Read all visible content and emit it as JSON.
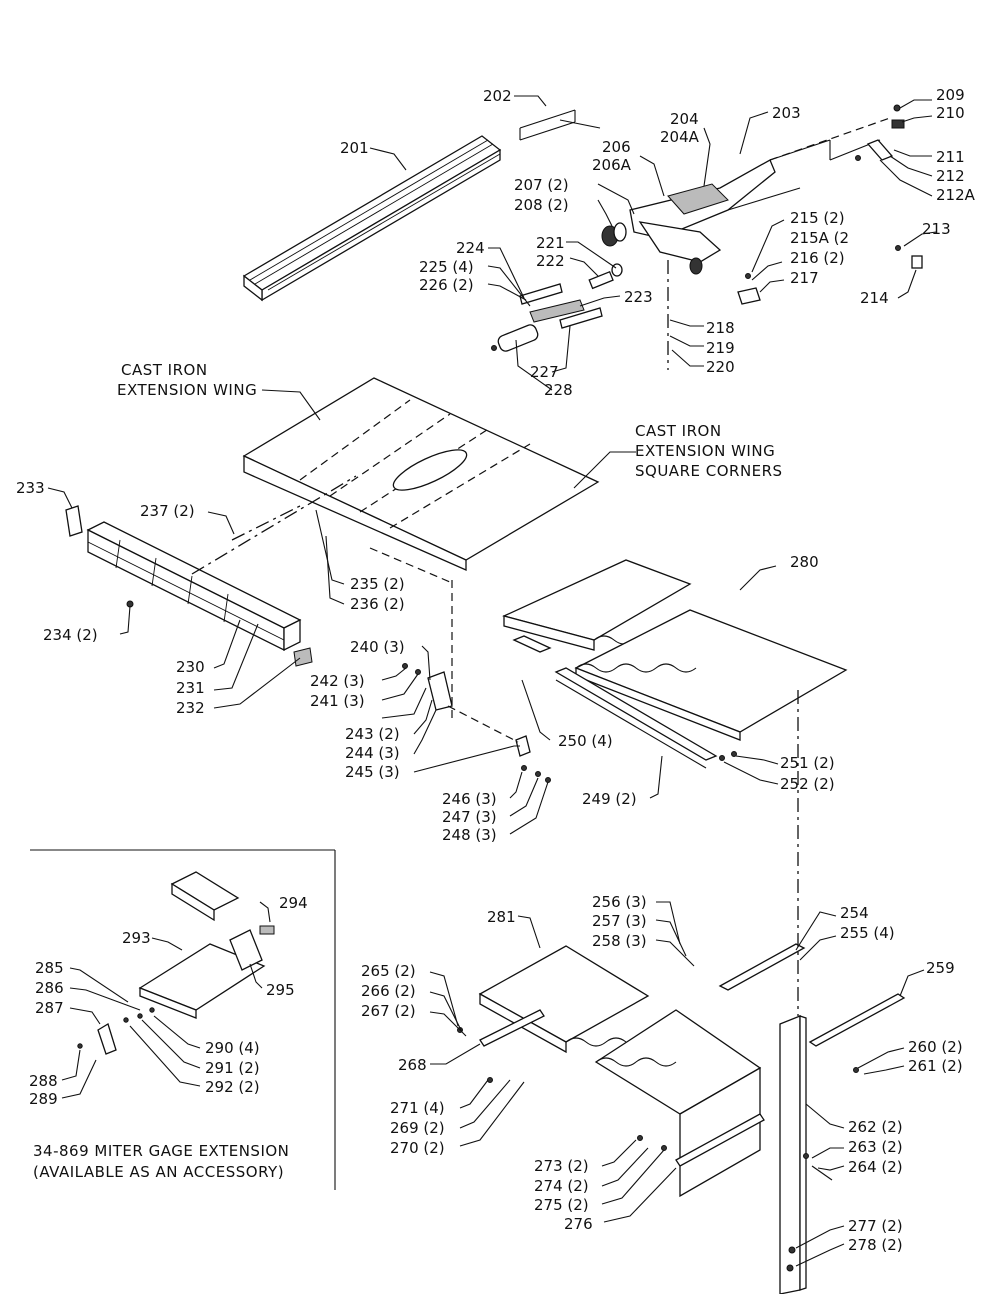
{
  "diagram": {
    "titles": {
      "cast_iron_wing": [
        "CAST IRON",
        "EXTENSION WING"
      ],
      "square_corners": [
        "CAST IRON",
        "EXTENSION WING",
        "SQUARE CORNERS"
      ],
      "accessory": [
        "34-869 MITER GAGE EXTENSION",
        "(AVAILABLE AS AN ACCESSORY)"
      ]
    },
    "labels": {
      "p201": "201",
      "p202": "202",
      "p203": "203",
      "p204": "204",
      "p204a": "204A",
      "p206": "206",
      "p206a": "206A",
      "p207": "207 (2)",
      "p208": "208 (2)",
      "p209": "209",
      "p210": "210",
      "p211": "211",
      "p212": "212",
      "p212a": "212A",
      "p213": "213",
      "p214": "214",
      "p215": "215 (2)",
      "p215a": "215A (2",
      "p216": "216 (2)",
      "p217": "217",
      "p218": "218",
      "p219": "219",
      "p220": "220",
      "p221": "221",
      "p222": "222",
      "p223": "223",
      "p224": "224",
      "p225": "225 (4)",
      "p226": "226 (2)",
      "p227": "227",
      "p228": "228",
      "p230": "230",
      "p231": "231",
      "p232": "232",
      "p233": "233",
      "p234": "234 (2)",
      "p235": "235 (2)",
      "p236": "236 (2)",
      "p237": "237 (2)",
      "p240": "240 (3)",
      "p241": "241 (3)",
      "p242": "242 (3)",
      "p243": "243 (2)",
      "p244": "244 (3)",
      "p245": "245 (3)",
      "p246": "246 (3)",
      "p247": "247 (3)",
      "p248": "248 (3)",
      "p249": "249 (2)",
      "p250": "250 (4)",
      "p251": "251 (2)",
      "p252": "252 (2)",
      "p254": "254",
      "p255": "255 (4)",
      "p256": "256 (3)",
      "p257": "257 (3)",
      "p258": "258 (3)",
      "p259": "259",
      "p260": "260 (2)",
      "p261": "261 (2)",
      "p262": "262 (2)",
      "p263": "263 (2)",
      "p264": "264 (2)",
      "p265": "265 (2)",
      "p266": "266 (2)",
      "p267": "267 (2)",
      "p268": "268",
      "p269": "269 (2)",
      "p270": "270 (2)",
      "p271": "271 (4)",
      "p273": "273 (2)",
      "p274": "274 (2)",
      "p275": "275 (2)",
      "p276": "276",
      "p277": "277 (2)",
      "p278": "278 (2)",
      "p280": "280",
      "p281": "281",
      "p285": "285",
      "p286": "286",
      "p287": "287",
      "p288": "288",
      "p289": "289",
      "p290": "290 (4)",
      "p291": "291 (2)",
      "p292": "292 (2)",
      "p293": "293",
      "p294": "294",
      "p295": "295"
    }
  }
}
